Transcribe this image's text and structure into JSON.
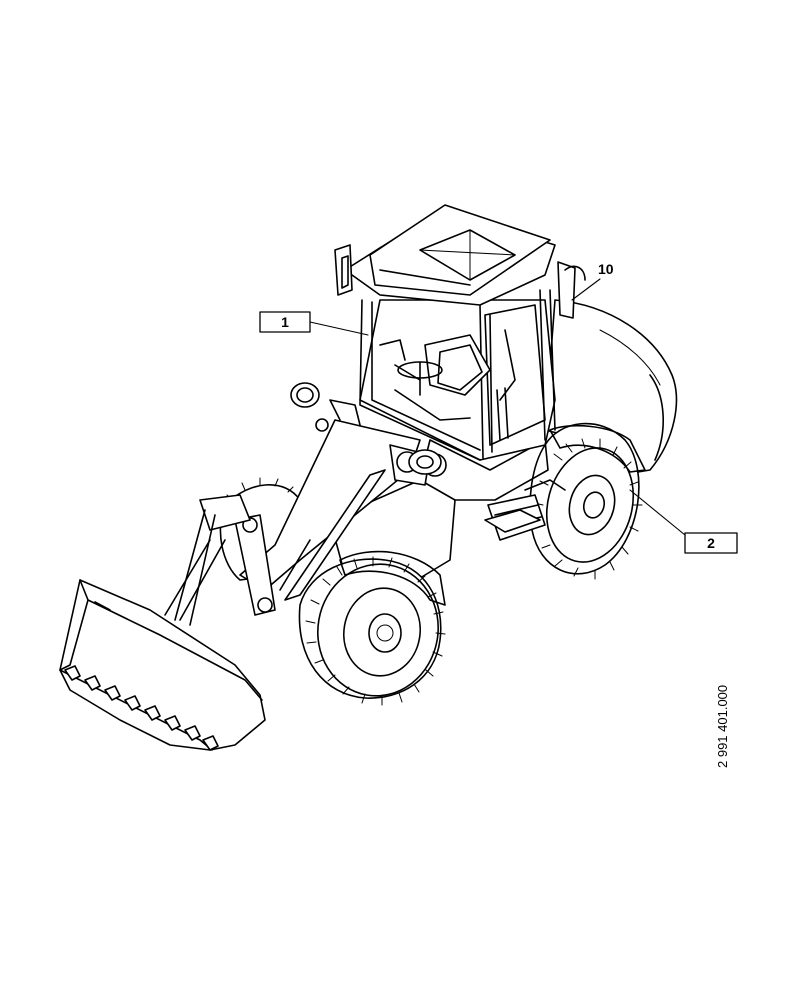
{
  "diagram": {
    "callouts": [
      {
        "id": "callout-1",
        "label": "1",
        "boxed": true
      },
      {
        "id": "callout-2",
        "label": "2",
        "boxed": true
      },
      {
        "id": "callout-10",
        "label": "10",
        "boxed": false
      }
    ],
    "drawing_number": "2 991 401.000",
    "subject_icon": "wheel-loader-illustration"
  }
}
